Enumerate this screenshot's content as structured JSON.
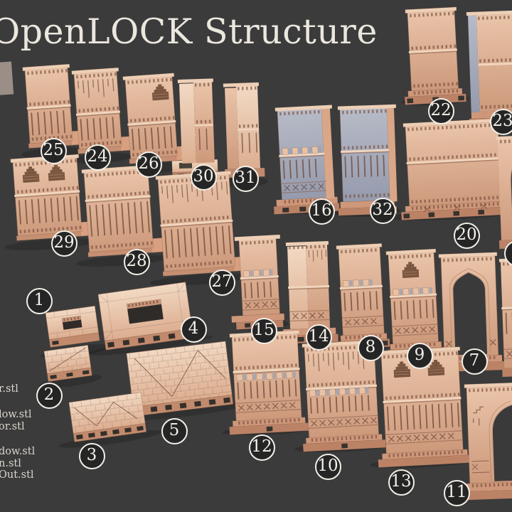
{
  "title": "OpenLOCK Structure",
  "badges": [
    {
      "label": "1"
    },
    {
      "label": "2"
    },
    {
      "label": "3"
    },
    {
      "label": "4"
    },
    {
      "label": "5"
    },
    {
      "label": "7"
    },
    {
      "label": "8"
    },
    {
      "label": "9"
    },
    {
      "label": "10"
    },
    {
      "label": "11"
    },
    {
      "label": "12"
    },
    {
      "label": "13"
    },
    {
      "label": "14"
    },
    {
      "label": "15"
    },
    {
      "label": "16"
    },
    {
      "label": "20"
    },
    {
      "label": "22"
    },
    {
      "label": "23"
    },
    {
      "label": "24"
    },
    {
      "label": "25"
    },
    {
      "label": "26"
    },
    {
      "label": "27"
    },
    {
      "label": "28"
    },
    {
      "label": "29"
    },
    {
      "label": "30"
    },
    {
      "label": "31"
    },
    {
      "label": "32"
    }
  ],
  "file_name_fragments": [
    "r.stl",
    "low.stl",
    "or.stl",
    "dow.stl",
    "n.stl",
    "Out.stl"
  ],
  "colors": {
    "background": "#3b3b3b",
    "clay": "#d9a284",
    "clay_highlight": "#f1d8c2",
    "clay_shadow": "#b57f63",
    "detail_dark": "#6a4534",
    "gray_face": "#a9adbc",
    "badge_ring": "#f2efe8",
    "badge_fill": "#252525",
    "title_text": "#ebe7de"
  }
}
